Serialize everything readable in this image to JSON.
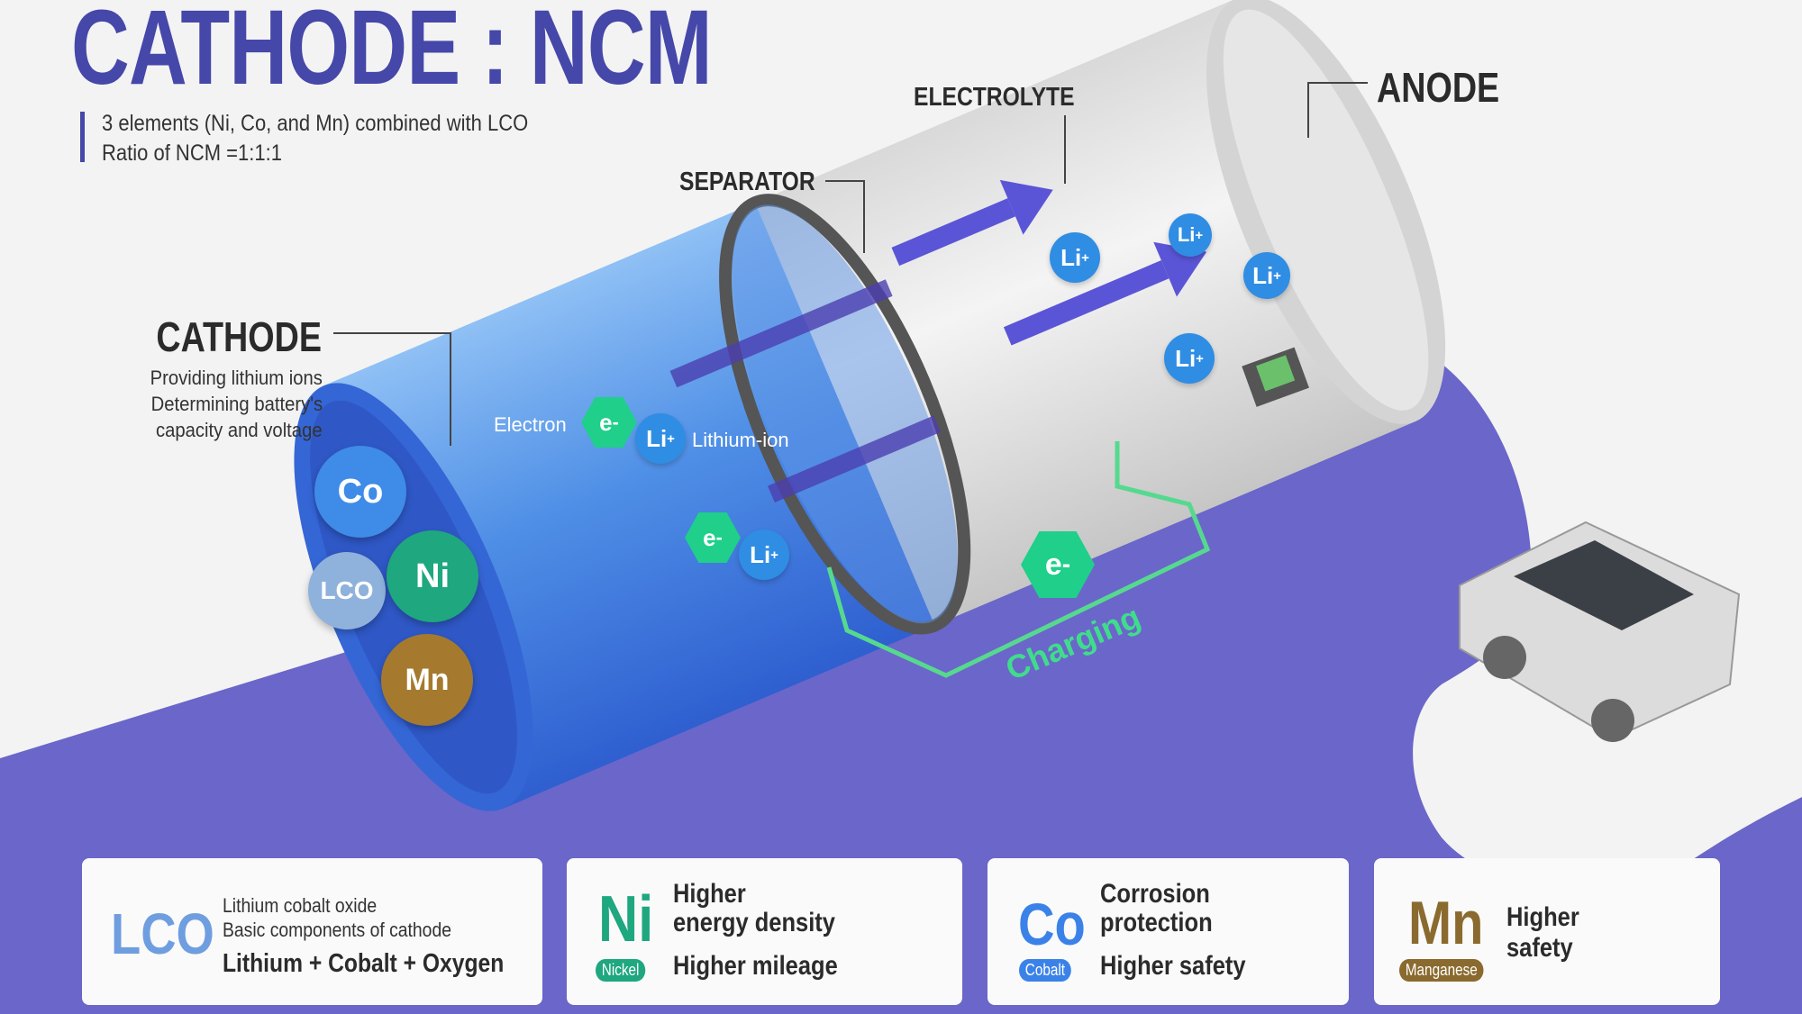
{
  "header": {
    "title": "CATHODE : NCM",
    "subtitle_lines": [
      "3 elements (Ni, Co, and Mn) combined with LCO",
      "Ratio of NCM =1:1:1"
    ]
  },
  "labels": {
    "electrolyte": "ELECTROLYTE",
    "separator": "SEPARATOR",
    "anode": "ANODE",
    "cathode": "CATHODE",
    "cathode_desc": [
      "Providing lithium ions",
      "Determining battery's",
      "capacity and voltage"
    ]
  },
  "diagram": {
    "electron_label": "Electron",
    "lithium_ion_label": "Lithium-ion",
    "li_symbol": "Li",
    "li_charge": "+",
    "e_symbol": "e",
    "e_charge": "-",
    "charging": "Charging",
    "balls": {
      "co": "Co",
      "lco": "LCO",
      "ni": "Ni",
      "mn": "Mn"
    }
  },
  "colors": {
    "title": "#4547a9",
    "floor": "#6b66c9",
    "cathode_blue": "#3f7fe0",
    "li": "#2f8de4",
    "electron": "#1fcf8a",
    "nickel": "#1fa77f",
    "cobalt": "#3b82e8",
    "manganese": "#8a6a2e",
    "lco": "#6f9ee0"
  },
  "cards": [
    {
      "symbol": "LCO",
      "lines": [
        "Lithium cobalt oxide",
        "Basic components of cathode"
      ],
      "emphasis": "Lithium + Cobalt + Oxygen"
    },
    {
      "symbol": "Ni",
      "badge": "Nickel",
      "lines": [
        "Higher",
        "energy density"
      ],
      "emphasis": "Higher mileage"
    },
    {
      "symbol": "Co",
      "badge": "Cobalt",
      "lines": [
        "Corrosion",
        "protection"
      ],
      "emphasis": "Higher safety"
    },
    {
      "symbol": "Mn",
      "badge": "Manganese",
      "lines": [
        "Higher",
        "safety"
      ]
    }
  ]
}
